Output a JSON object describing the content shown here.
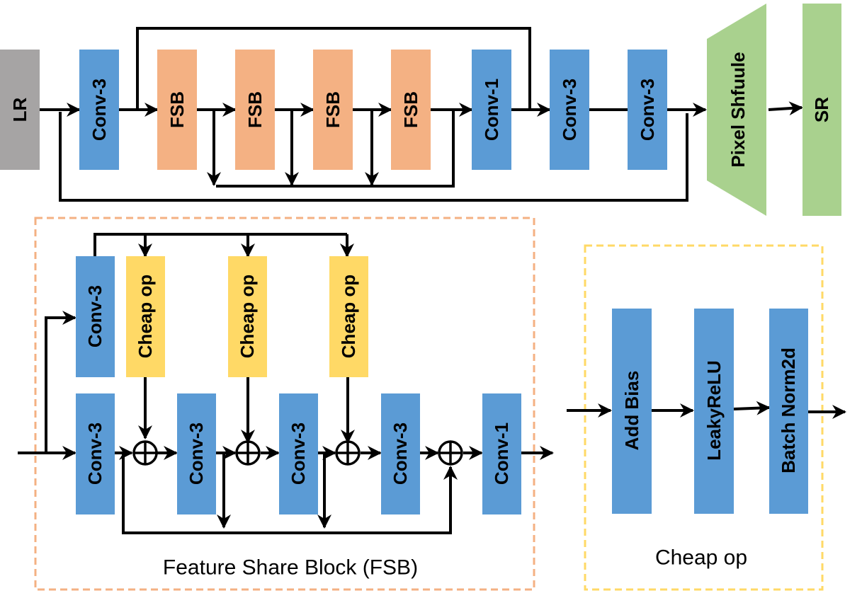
{
  "colors": {
    "lr": "#a6a4a4",
    "conv": "#5b9bd5",
    "fsb": "#f4b183",
    "pixel_shuffle": "#a9d18e",
    "cheap_op": "#ffd966",
    "fsb_border": "#f4b183",
    "cheap_border": "#ffd966",
    "wire": "#000000"
  },
  "top_pipeline": {
    "lr": "LR",
    "conv3_a": "Conv-3",
    "fsb_1": "FSB",
    "fsb_2": "FSB",
    "fsb_3": "FSB",
    "fsb_4": "FSB",
    "conv1": "Conv-1",
    "conv3_b": "Conv-3",
    "conv3_c": "Conv-3",
    "pixel_shuffle": "Pixel Shfuule",
    "sr": "SR"
  },
  "fsb_block": {
    "caption": "Feature Share Block (FSB)",
    "conv3_top": "Conv-3",
    "cheap_op_1": "Cheap op",
    "cheap_op_2": "Cheap op",
    "cheap_op_3": "Cheap op",
    "conv3_1": "Conv-3",
    "conv3_2": "Conv-3",
    "conv3_3": "Conv-3",
    "conv3_4": "Conv-3",
    "conv1": "Conv-1"
  },
  "cheap_block": {
    "caption": "Cheap op",
    "add_bias": "Add Bias",
    "leaky_relu": "LeakyReLU",
    "batch_norm": "Batch Norm2d"
  }
}
